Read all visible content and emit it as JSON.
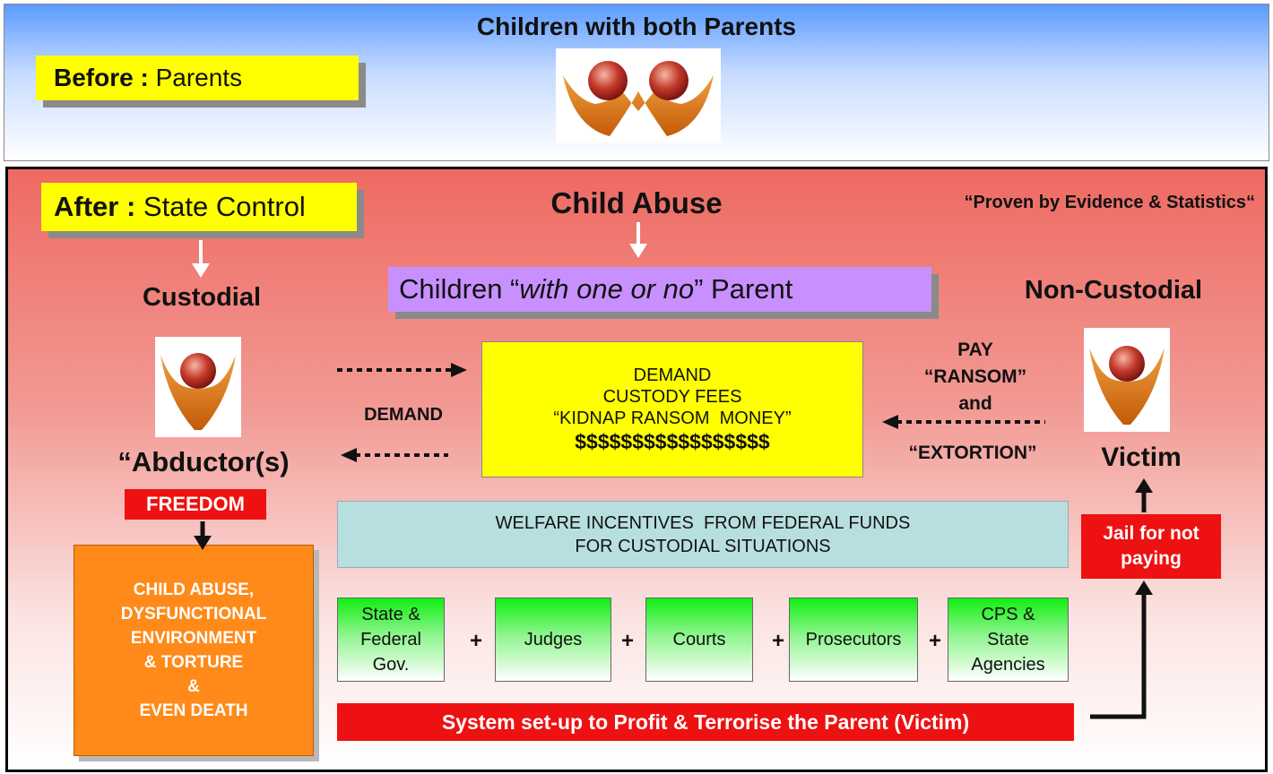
{
  "top": {
    "title": "Children with both Parents",
    "before_key": "Before :",
    "before_value": " Parents"
  },
  "after": {
    "after_key": "After :",
    "after_value": " State Control"
  },
  "child_abuse_title": "Child Abuse",
  "proven": "“Proven by Evidence & Statistics“",
  "children_box": {
    "prefix": "Children “",
    "italic": "with one or no",
    "suffix": "” Parent"
  },
  "custodial": "Custodial",
  "non_custodial": "Non-Custodial",
  "abductor": "“Abductor(s)",
  "victim": "Victim",
  "freedom": "FREEDOM",
  "demand_box": {
    "line1": "DEMAND",
    "line2": "CUSTODY FEES",
    "line3": "“KIDNAP RANSOM  MONEY”",
    "money": "$$$$$$$$$$$$$$$$$"
  },
  "demand_label": "DEMAND",
  "pay_label": {
    "line1": "PAY",
    "line2": "“RANSOM”",
    "line3": "and"
  },
  "extortion_label": "“EXTORTION”",
  "welfare": {
    "line1": "WELFARE INCENTIVES  FROM FEDERAL FUNDS",
    "line2": "FOR CUSTODIAL SITUATIONS"
  },
  "jail": {
    "line1": "Jail for not",
    "line2": "paying"
  },
  "entities": [
    {
      "lines": [
        "State &",
        "Federal",
        "Gov."
      ]
    },
    {
      "lines": [
        "Judges"
      ]
    },
    {
      "lines": [
        "Courts"
      ]
    },
    {
      "lines": [
        "Prosecutors"
      ]
    },
    {
      "lines": [
        "CPS &",
        "State",
        "Agencies"
      ]
    }
  ],
  "plus_sign": "+",
  "abuse_box": {
    "line1": "CHILD ABUSE,",
    "line2": "DYSFUNCTIONAL",
    "line3": "ENVIRONMENT",
    "line4": "& TORTURE",
    "line5": "&",
    "line6": "EVEN DEATH"
  },
  "system_bar": "System set-up to Profit & Terrorise the Parent (Victim)",
  "colors": {
    "yellow": "#ffff00",
    "red": "#ee1111",
    "orange": "#ff8a1a",
    "purple": "#c890ff",
    "light_blue": "#b8dfe0",
    "green": "#11ee11",
    "logo_orange": "#e8700f",
    "logo_red": "#b3261e"
  },
  "icons": {
    "family_logo": "family-figures-logo",
    "single_logo": "single-figure-logo"
  }
}
